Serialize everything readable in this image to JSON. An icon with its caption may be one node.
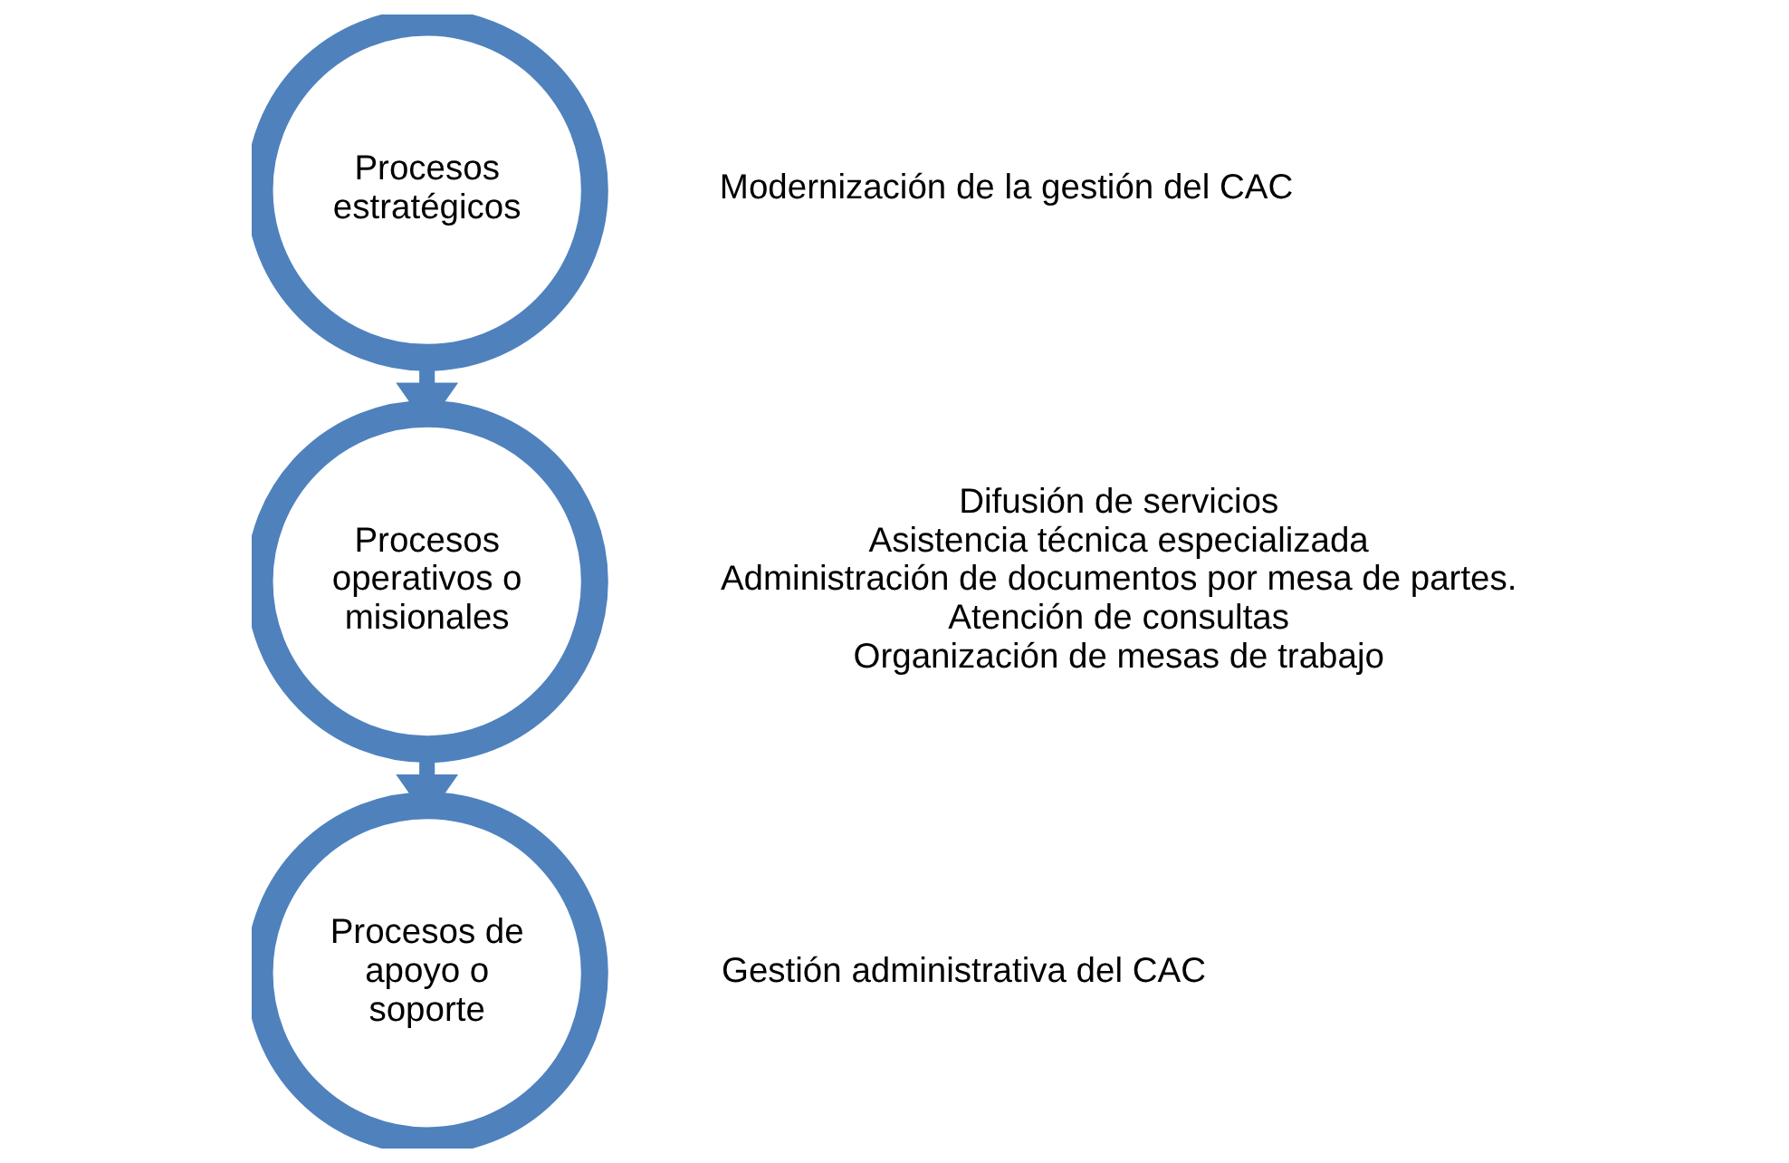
{
  "diagram": {
    "nodes": [
      {
        "text": [
          "Procesos estratégicos"
        ],
        "beside": [
          "Modernización de la gestión del CAC"
        ]
      },
      {
        "text": [
          "Procesos operativos o misionales"
        ],
        "beside": [
          "Difusión de servicios",
          "Asistencia técnica especializada",
          "Administración de documentos por mesa de partes.",
          "Atención de consultas",
          "Organización de mesas de trabajo"
        ]
      },
      {
        "text": [
          "Procesos de apoyo o soporte"
        ],
        "beside": [
          "Gestión administrativa del CAC"
        ]
      }
    ],
    "edges": [
      {
        "from": 0,
        "to": 1,
        "arrow": "to"
      },
      {
        "from": 1,
        "to": 2,
        "arrow": "to"
      }
    ]
  }
}
